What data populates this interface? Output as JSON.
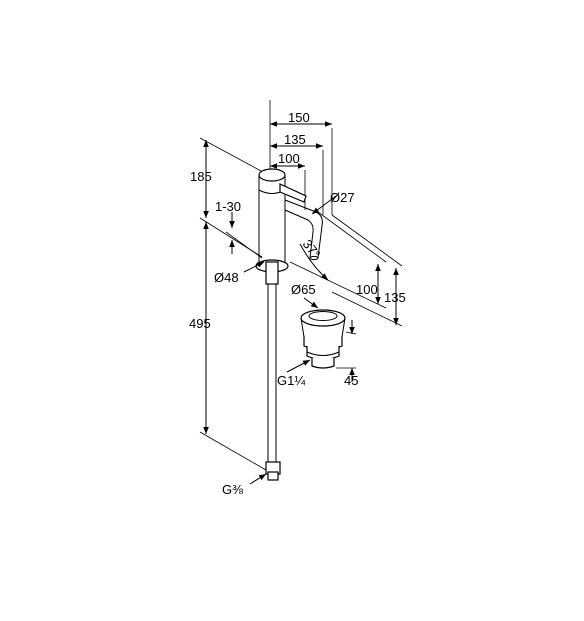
{
  "diagram": {
    "dimensions": {
      "d150": "150",
      "d135_top": "135",
      "d100_top": "100",
      "d185": "185",
      "d1_30": "1-30",
      "d27": "Ø27",
      "d37": "37°",
      "d48": "Ø48",
      "d65": "Ø65",
      "d100_right": "100",
      "d135_right": "135",
      "d495": "495",
      "g114": "G1¼",
      "d45": "45",
      "g38": "G⅜"
    },
    "icons": {
      "arrow": "arrowhead-icon"
    },
    "colors": {
      "line": "#000000",
      "background": "#ffffff"
    }
  }
}
